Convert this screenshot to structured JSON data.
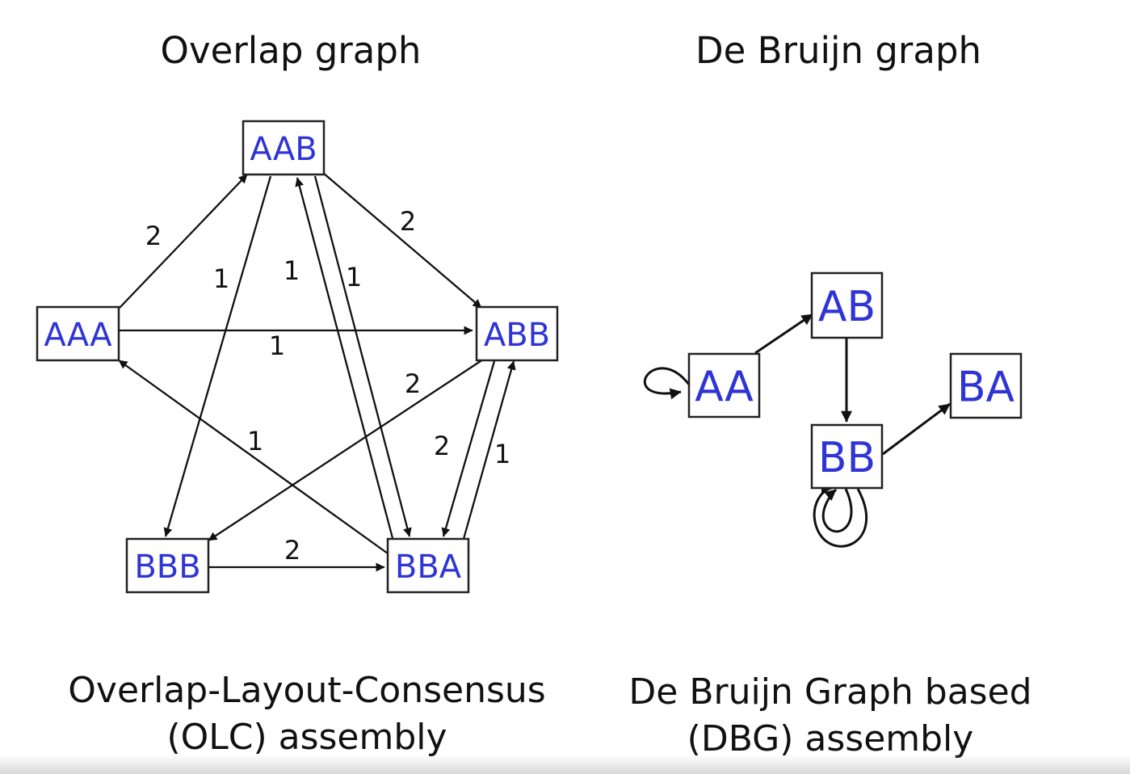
{
  "left_panel": {
    "title": "Overlap graph",
    "caption_line1": "Overlap-Layout-Consensus",
    "caption_line2": "(OLC) assembly",
    "nodes": [
      "AAB",
      "AAA",
      "ABB",
      "BBB",
      "BBA"
    ],
    "edges": [
      {
        "from": "AAA",
        "to": "AAB",
        "label": "2"
      },
      {
        "from": "AAA",
        "to": "ABB",
        "label": "1"
      },
      {
        "from": "AAB",
        "to": "ABB",
        "label": "2"
      },
      {
        "from": "AAB",
        "to": "BBB",
        "label": "1"
      },
      {
        "from": "AAB",
        "to": "BBA",
        "label": "1"
      },
      {
        "from": "BBA",
        "to": "AAB",
        "label": "1"
      },
      {
        "from": "ABB",
        "to": "BBB",
        "label": "2"
      },
      {
        "from": "ABB",
        "to": "BBA",
        "label": "2"
      },
      {
        "from": "BBA",
        "to": "ABB",
        "label": "1"
      },
      {
        "from": "BBA",
        "to": "AAA",
        "label": "1"
      },
      {
        "from": "BBB",
        "to": "BBA",
        "label": "2"
      }
    ]
  },
  "right_panel": {
    "title": "De Bruijn graph",
    "caption_line1": "De Bruijn Graph based",
    "caption_line2": "(DBG) assembly",
    "nodes": [
      "AA",
      "AB",
      "BB",
      "BA"
    ],
    "edges": [
      {
        "from": "AA",
        "to": "AA"
      },
      {
        "from": "AA",
        "to": "AB"
      },
      {
        "from": "AB",
        "to": "BB"
      },
      {
        "from": "BB",
        "to": "BA"
      },
      {
        "from": "BB",
        "to": "BB"
      },
      {
        "from": "BB",
        "to": "BB"
      }
    ]
  },
  "colors": {
    "node_text": "#2f34d6",
    "node_border": "#222222",
    "edge": "#111111",
    "text": "#111111"
  }
}
